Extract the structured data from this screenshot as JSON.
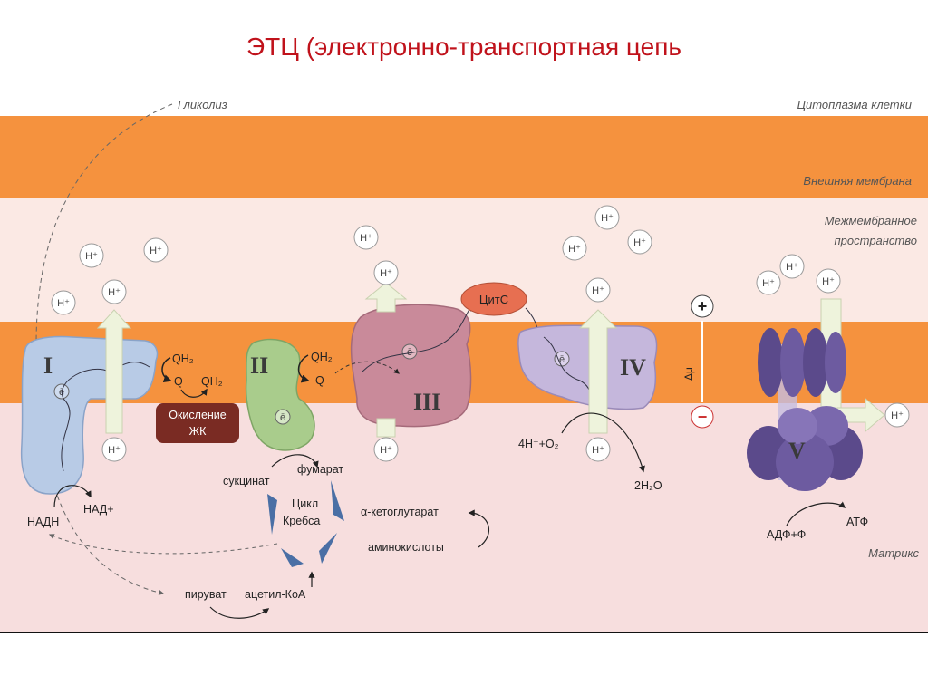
{
  "title": "ЭТЦ (электронно-транспортная цепь",
  "regions": {
    "glycolysis": "Гликолиз",
    "cytoplasm": "Цитоплазма клетки",
    "outer_membrane": "Внешняя мембрана",
    "intermembrane_1": "Межмембранное",
    "intermembrane_2": "пространство",
    "matrix": "Матрикс"
  },
  "complexes": {
    "I": "I",
    "II": "II",
    "III": "III",
    "IV": "IV",
    "V": "V",
    "cytc": "ЦитС"
  },
  "labels": {
    "h_plus": "H⁺",
    "electron": "ē",
    "qh2": "QH₂",
    "q": "Q",
    "fa_oxidation_1": "Окисление",
    "fa_oxidation_2": "ЖК",
    "nadh": "НАДН",
    "nad": "НАД+",
    "succinate": "сукцинат",
    "fumarate": "фумарат",
    "krebs_1": "Цикл",
    "krebs_2": "Кребса",
    "akg": "α-кетоглутарат",
    "aminoacids": "аминокислоты",
    "pyruvate": "пируват",
    "acetylcoa": "ацетил-КоА",
    "o2": "4H⁺+O₂",
    "water": "2H₂O",
    "adp": "АДФ+Ф",
    "atp": "АТФ",
    "plus": "+",
    "minus": "−",
    "delta_mu": "Δμ"
  }
}
